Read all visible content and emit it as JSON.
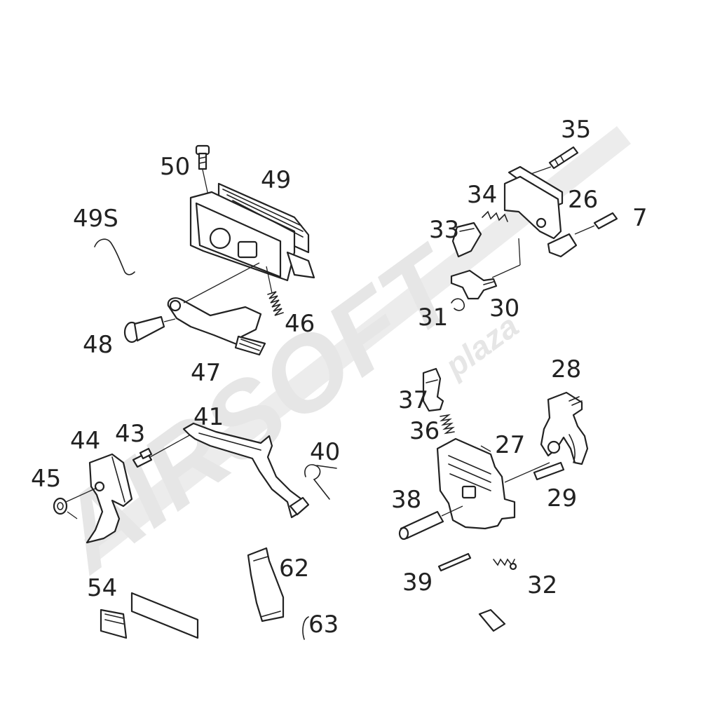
{
  "diagram": {
    "labels": {
      "p50": "50",
      "p49": "49",
      "p49s": "49S",
      "p48": "48",
      "p46": "46",
      "p47": "47",
      "p35": "35",
      "p34": "34",
      "p26": "26",
      "p7": "7",
      "p33": "33",
      "p31": "31",
      "p30": "30",
      "p28": "28",
      "p37": "37",
      "p36": "36",
      "p27": "27",
      "p29": "29",
      "p38": "38",
      "p39": "39",
      "p32": "32",
      "p44": "44",
      "p43": "43",
      "p41": "41",
      "p40": "40",
      "p45": "45",
      "p62": "62",
      "p54": "54",
      "p63_partial": "63"
    },
    "watermark": {
      "main": "AIRSOFT",
      "sub": "plaza",
      "color": "#e3e3e3"
    }
  }
}
